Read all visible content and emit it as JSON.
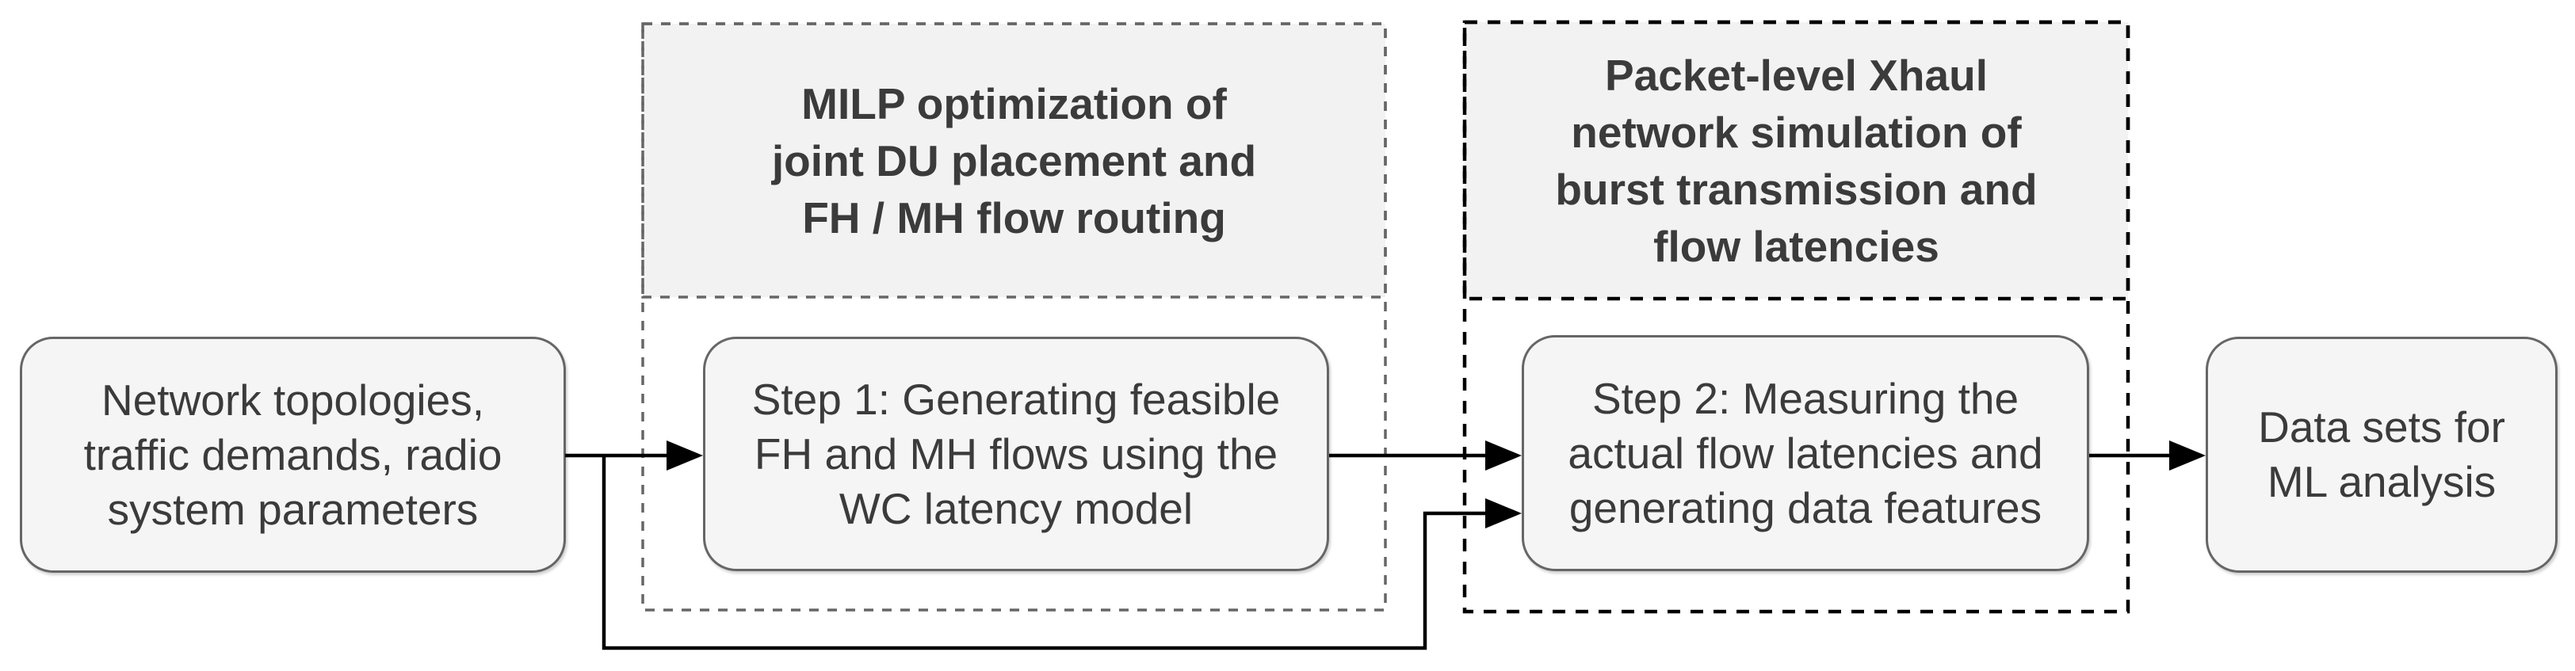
{
  "diagram": {
    "type": "flowchart",
    "colors": {
      "box_fill": "#f5f5f5",
      "box_border": "#666666",
      "title_fill": "#f2f2f2",
      "gray_dash": "#666666",
      "black_dash": "#000000",
      "arrow": "#000000",
      "text": "#3b3b3b"
    },
    "nodes": {
      "input": {
        "lines": [
          "Network topologies,",
          "traffic demands, radio",
          "system parameters"
        ]
      },
      "step1": {
        "lines": [
          "Step 1: Generating feasible",
          "FH and MH flows using the",
          "WC latency model"
        ]
      },
      "step2": {
        "lines": [
          "Step 2: Measuring the",
          "actual flow latencies and",
          "generating data features"
        ]
      },
      "output": {
        "lines": [
          "Data sets for",
          "ML analysis"
        ]
      }
    },
    "groups": {
      "milp": {
        "title_lines": [
          "MILP optimization of",
          "joint DU placement and",
          "FH / MH flow routing"
        ],
        "border_style": "dashed-gray"
      },
      "xhaul": {
        "title_lines": [
          "Packet-level Xhaul",
          "network simulation of",
          "burst transmission and",
          "flow latencies"
        ],
        "border_style": "dashed-black"
      }
    },
    "connections": [
      {
        "from": "input",
        "to": "step1",
        "type": "arrow"
      },
      {
        "from": "step1",
        "to": "step2",
        "type": "arrow"
      },
      {
        "from": "input",
        "to": "step2",
        "type": "arrow-bypass"
      },
      {
        "from": "step2",
        "to": "output",
        "type": "arrow"
      }
    ]
  }
}
